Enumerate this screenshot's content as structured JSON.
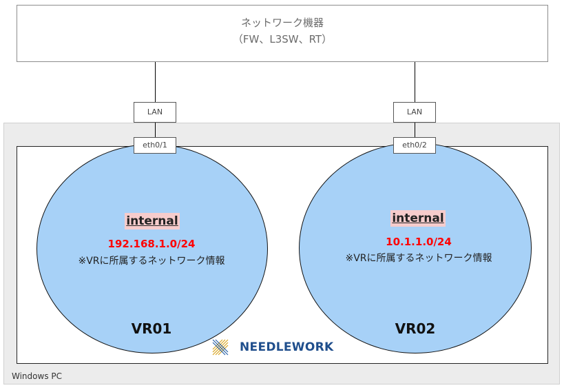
{
  "network_device": {
    "title": "ネットワーク機器",
    "subtitle": "（FW、L3SW、RT）"
  },
  "links": [
    {
      "lan_label": "LAN",
      "interface_label": "eth0/1"
    },
    {
      "lan_label": "LAN",
      "interface_label": "eth0/2"
    }
  ],
  "host": {
    "label": "Windows PC"
  },
  "vrs": [
    {
      "zone_label": "internal",
      "subnet": "192.168.1.0/24",
      "note": "※VRに所属するネットワーク情報",
      "name": "VR01"
    },
    {
      "zone_label": "internal",
      "subnet": "10.1.1.0/24",
      "note": "※VRに所属するネットワーク情報",
      "name": "VR02"
    }
  ],
  "logo": {
    "text": "NEEDLEWORK",
    "icon": "needlework-logo-icon"
  },
  "colors": {
    "vr_fill": "#a7d1f7",
    "zone_highlight": "#f6cccc",
    "subnet_text": "#ff0000",
    "pc_background": "#ececec",
    "logo_text": "#1f4e8c"
  }
}
